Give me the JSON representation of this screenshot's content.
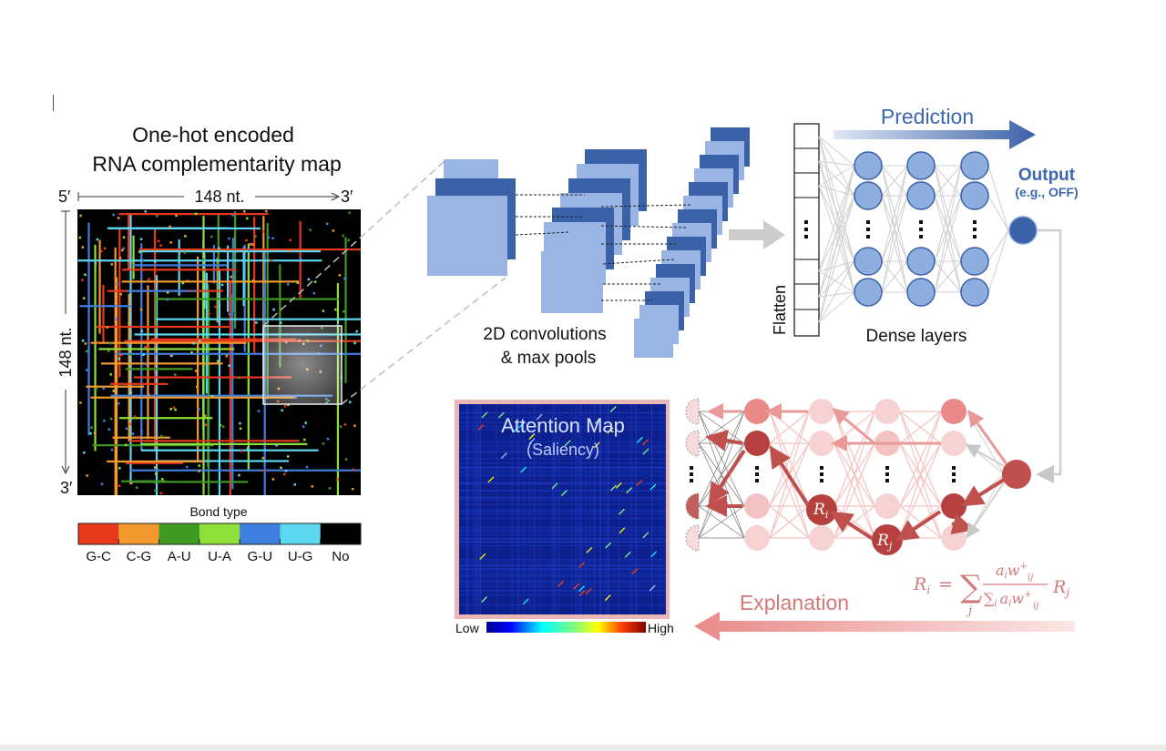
{
  "left_panel": {
    "title_line1": "One-hot encoded",
    "title_line2": "RNA complementarity map",
    "five_prime_top": "5′",
    "three_prime_top": "3′",
    "length_top": "148 nt.",
    "length_side": "148 nt.",
    "three_prime_side": "3′"
  },
  "legend": {
    "title": "Bond type",
    "categories": [
      {
        "label": "G-C",
        "color": "#e8391d"
      },
      {
        "label": "C-G",
        "color": "#f39a2e"
      },
      {
        "label": "A-U",
        "color": "#3f9a24"
      },
      {
        "label": "U-A",
        "color": "#8fe03b"
      },
      {
        "label": "G-U",
        "color": "#3f7fe0"
      },
      {
        "label": "U-G",
        "color": "#5ed8f0"
      },
      {
        "label": "No",
        "color": "#000000"
      }
    ]
  },
  "conv": {
    "label_line1": "2D convolutions",
    "label_line2": "& max pools"
  },
  "dense": {
    "flatten_label": "Flatten",
    "dense_label": "Dense layers",
    "prediction_label": "Prediction",
    "output_label": "Output",
    "output_example": "(e.g., OFF)"
  },
  "attention": {
    "title": "Attention Map",
    "subtitle": "(Saliency)",
    "low_label": "Low",
    "high_label": "High"
  },
  "explanation": {
    "label": "Explanation",
    "node_i": "R",
    "node_i_sub": "i",
    "node_j": "R",
    "node_j_sub": "j",
    "formula_lhs": "R",
    "formula_lhs_sub": "i",
    "formula_eq": "=",
    "formula_sum": "∑",
    "formula_sum_sub": "j",
    "formula_num": "a",
    "formula_num_sub_i": "i",
    "formula_num_w": "w",
    "formula_num_sup": "+",
    "formula_num_sub_ij": "ij",
    "formula_den_sum": "∑",
    "formula_den_sub": "i",
    "formula_den_a": "a",
    "formula_den_a_sub": "i",
    "formula_den_w": "w",
    "formula_den_sup": "+",
    "formula_den_sub_ij": "ij",
    "formula_rj": "R",
    "formula_rj_sub": "j"
  },
  "colors": {
    "blue_dark": "#3b62a8",
    "blue_mid": "#5b83c9",
    "blue_light": "#9ab5e4",
    "node_blue": "#8eaee0",
    "red_dark": "#c0504d",
    "red_mid": "#e18a88",
    "red_light": "#f6d3d2",
    "text_blue": "#3c67b0",
    "text_red": "#d07b79"
  }
}
